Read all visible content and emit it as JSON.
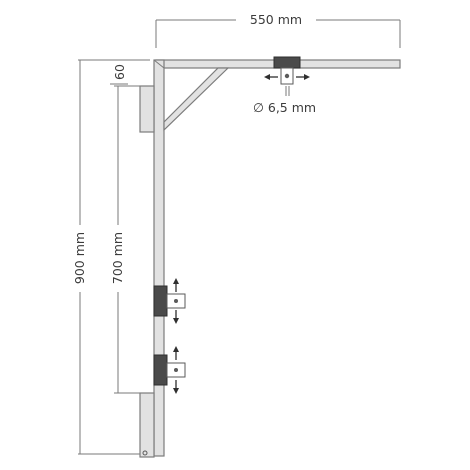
{
  "dimensions": {
    "width_label": "550 mm",
    "total_height_label": "900 mm",
    "inner_height_label": "700 mm",
    "offset_label": "60",
    "hole_label": "∅ 6,5 mm"
  },
  "colors": {
    "frame_fill": "#e2e2e2",
    "frame_stroke": "#7c7c7c",
    "bracket": "#4a4a4a",
    "dimension_line": "#7a7a7a",
    "text": "#3c3c3c"
  },
  "icons": [
    "double-arrow-horizontal-icon",
    "double-arrow-vertical-icon"
  ]
}
